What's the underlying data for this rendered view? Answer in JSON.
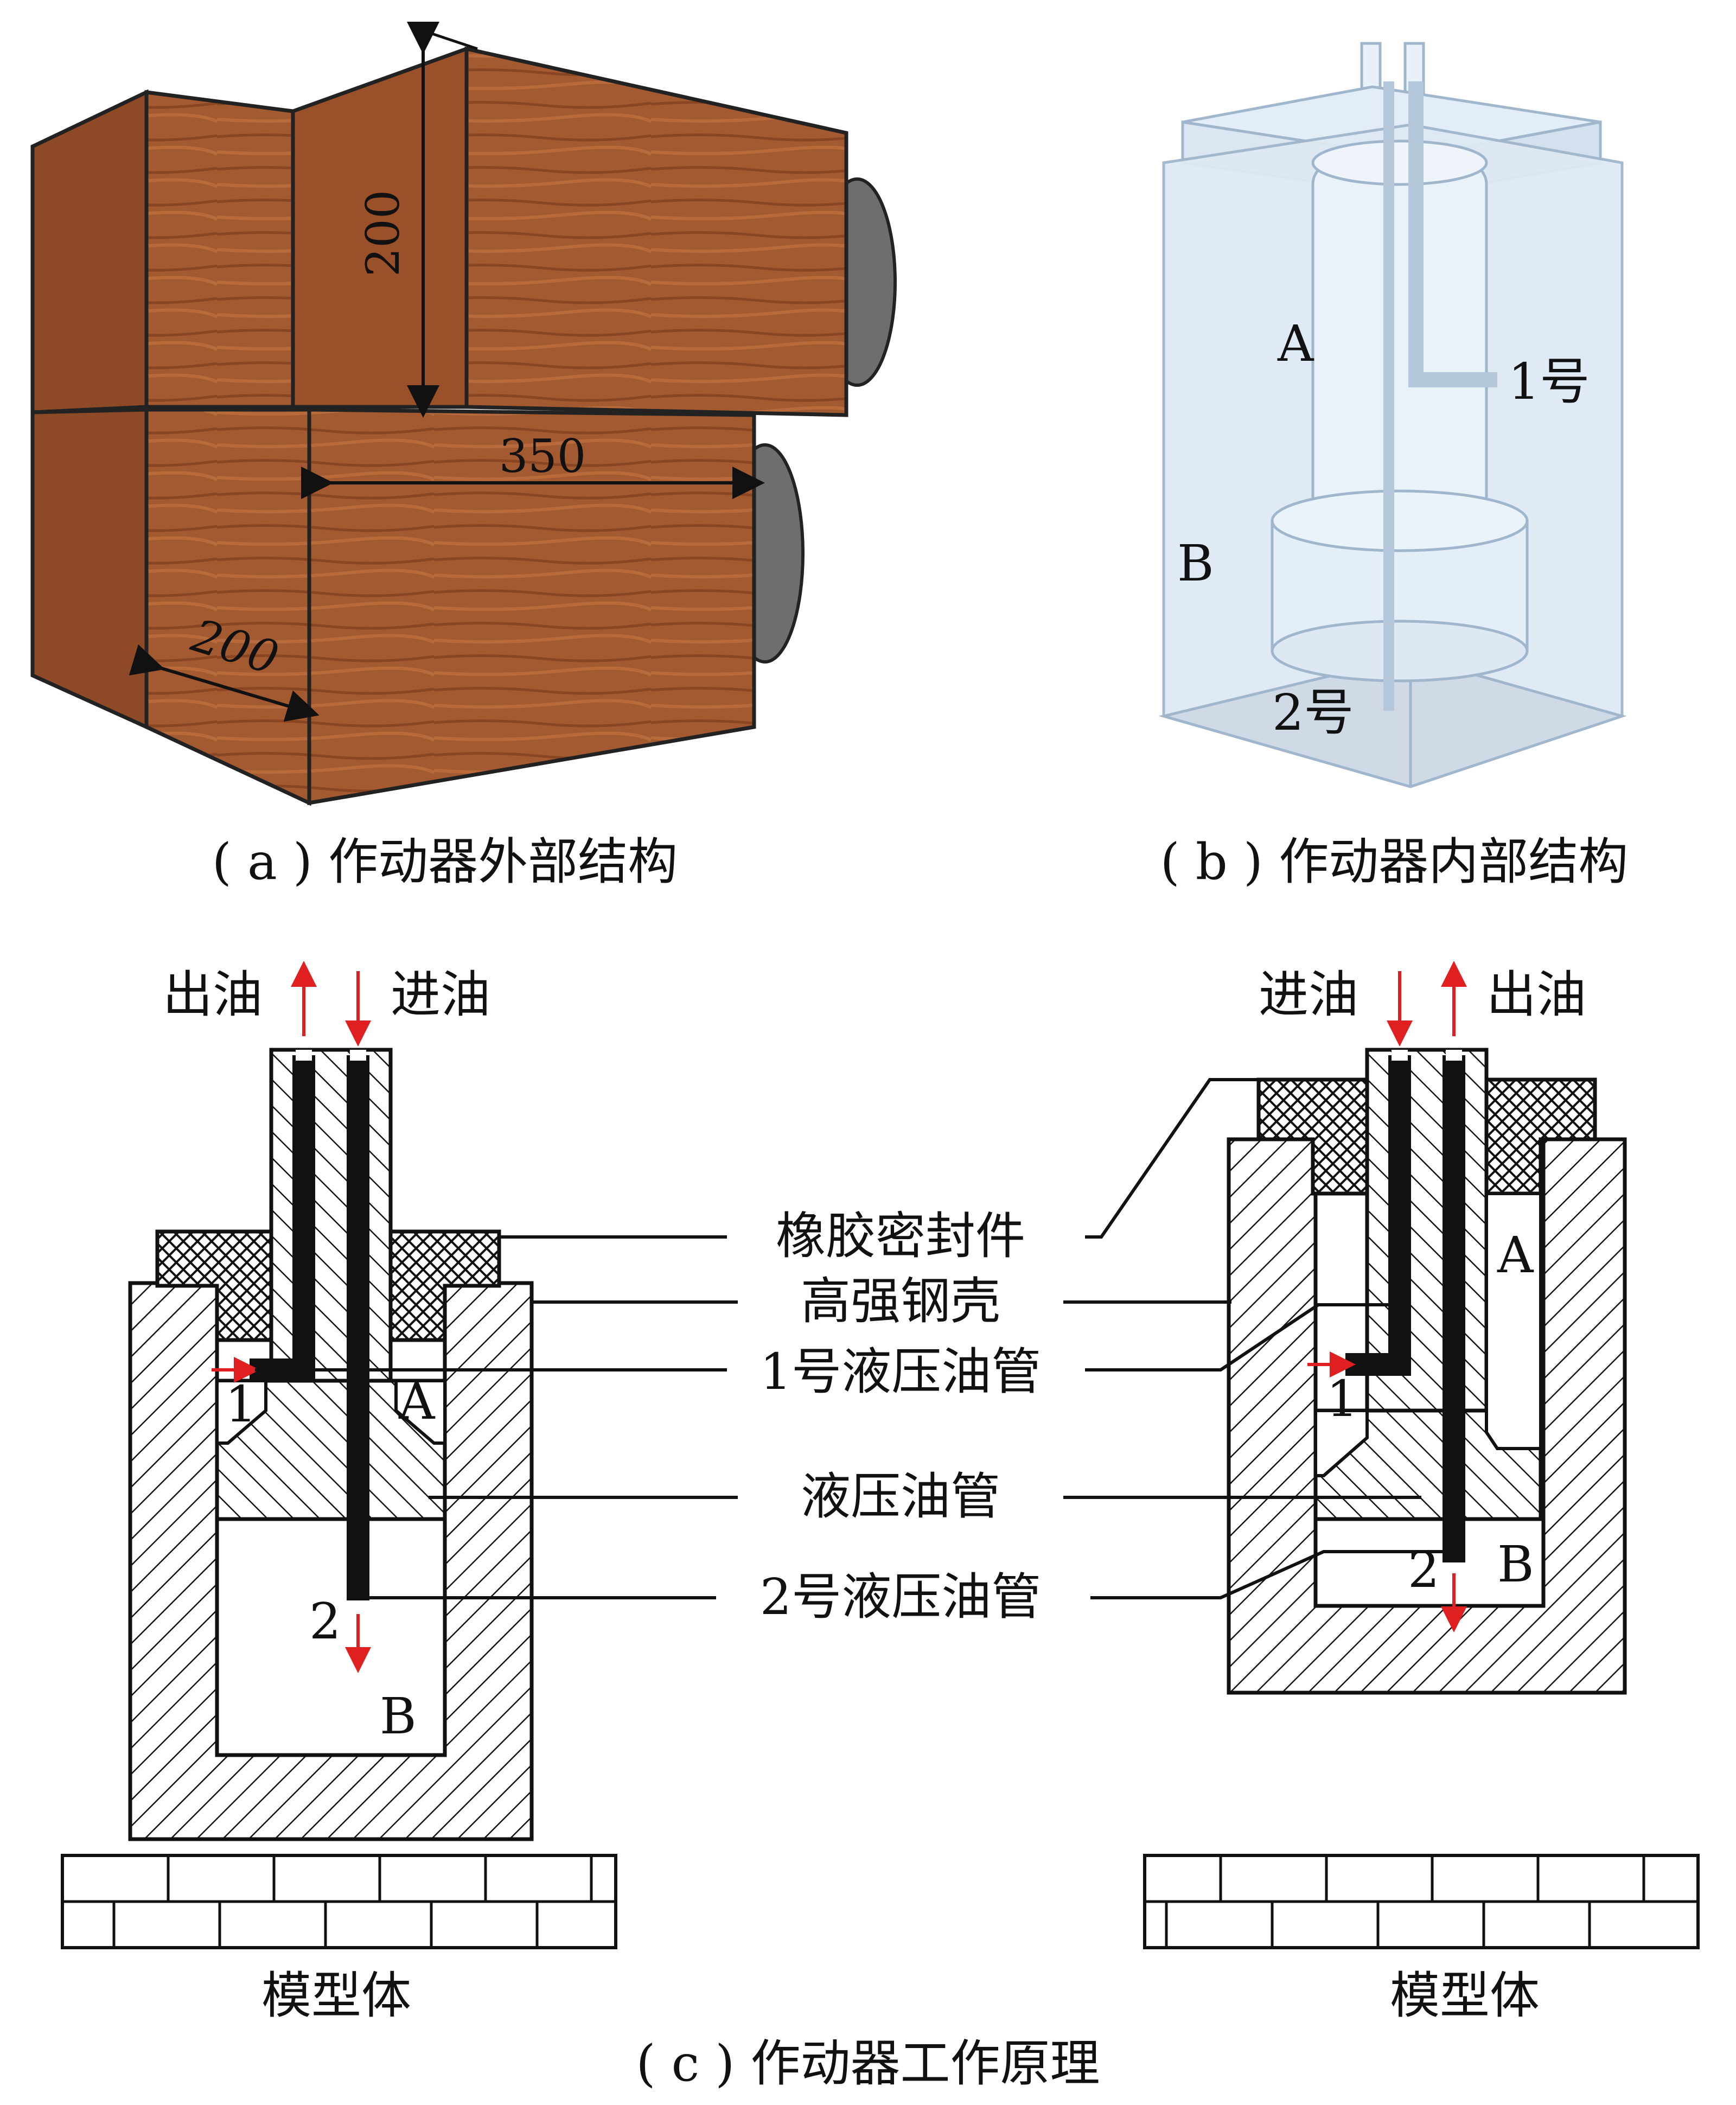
{
  "panel_a": {
    "caption": "( a ) 作动器外部结构",
    "dim_height": "200",
    "dim_width": "350",
    "dim_depth": "200"
  },
  "panel_b": {
    "caption": "( b ) 作动器内部结构",
    "label_a": "A",
    "label_b": "B",
    "label_pipe1": "1号",
    "label_pipe2": "2号"
  },
  "panel_c": {
    "caption": "( c ) 作动器工作原理",
    "left": {
      "oil_out": "出油",
      "oil_in": "进油",
      "num1": "1",
      "num2": "2",
      "chamber_a": "A",
      "chamber_b": "B",
      "base": "模型体"
    },
    "right": {
      "oil_in": "进油",
      "oil_out": "出油",
      "num1": "1",
      "num2": "2",
      "chamber_a": "A",
      "chamber_b": "B",
      "base": "模型体"
    },
    "legend": {
      "seal": "橡胶密封件",
      "shell": "高强钢壳",
      "pipe1": "1号液压油管",
      "pipe": "液压油管",
      "pipe2": "2号液压油管"
    }
  },
  "colors": {
    "wood": "#a0552c",
    "wood_dark": "#7a3f1f",
    "glass": "#dfe9f4",
    "arrow": "#e02020"
  }
}
